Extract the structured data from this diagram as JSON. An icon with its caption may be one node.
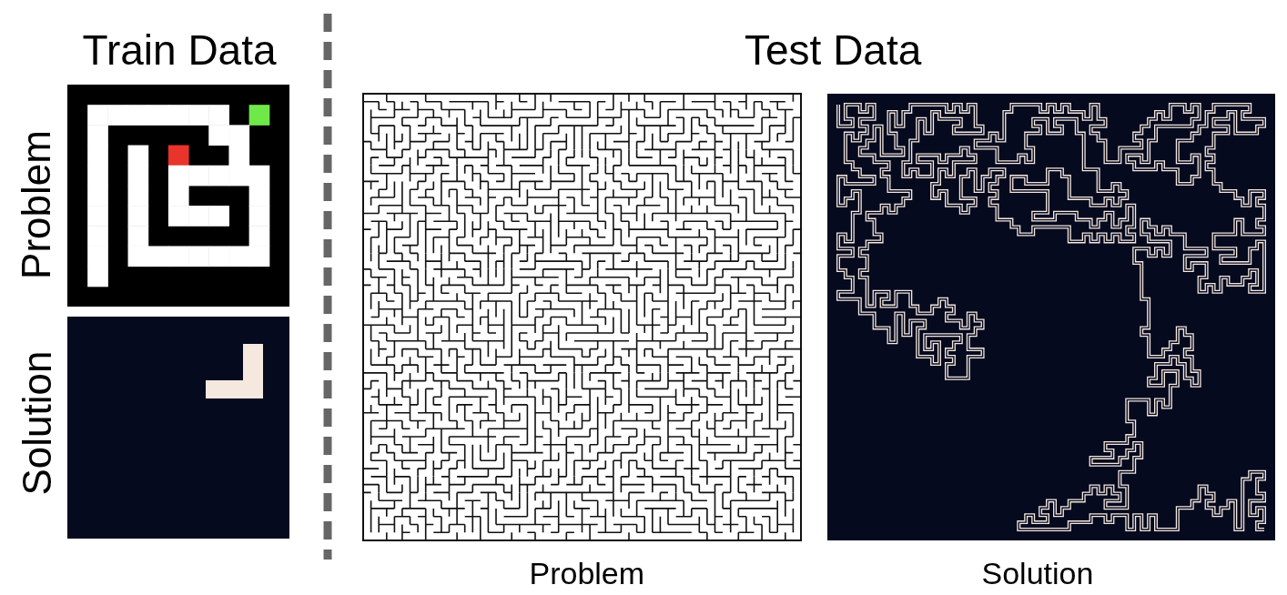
{
  "diagram": {
    "labels": [
      "Train Data",
      "Test Data",
      "Problem",
      "Solution",
      "Problem",
      "Solution"
    ]
  }
}
